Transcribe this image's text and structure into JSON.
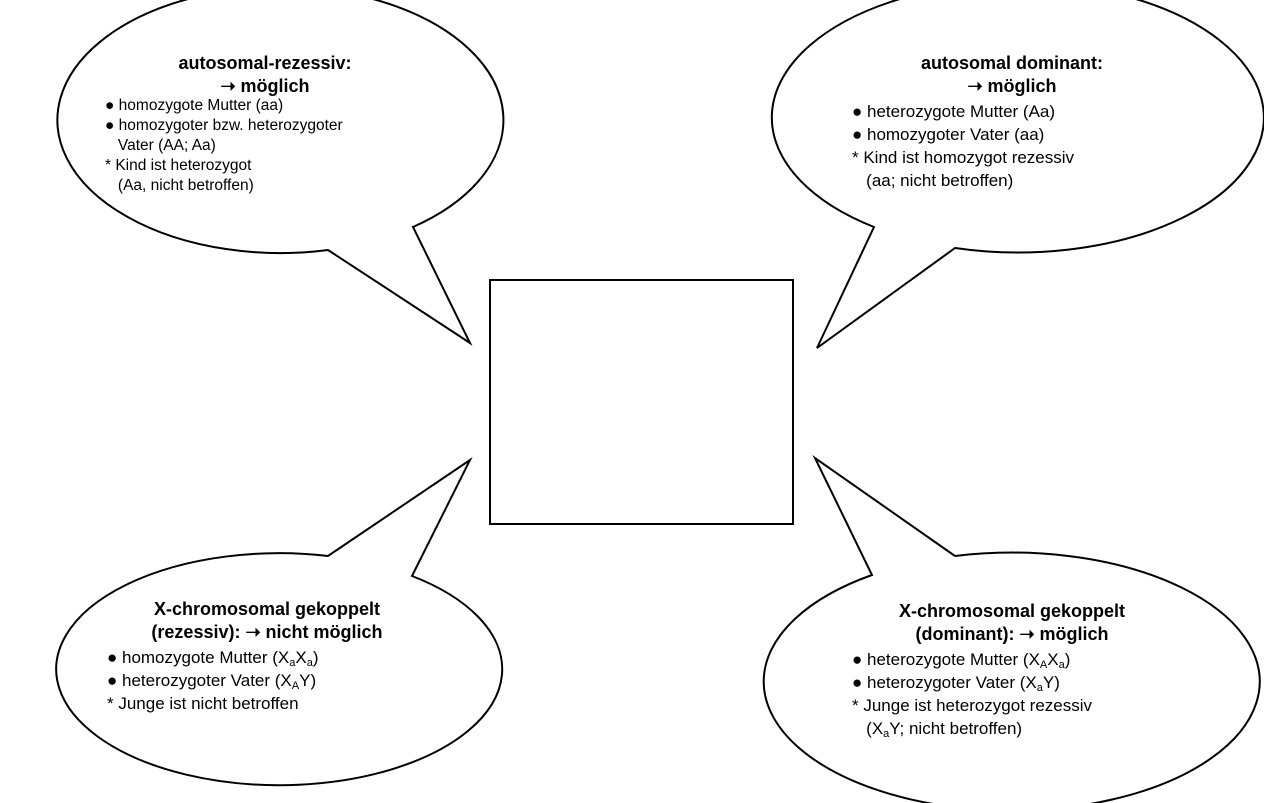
{
  "bubbles": {
    "top_left": {
      "title_1": "autosomal-rezessiv:",
      "title_2": "➝ möglich",
      "lines": [
        "● homozygote Mutter (aa)",
        "● homozygoter bzw. heterozygoter",
        "   Vater (AA; Aa)",
        "* Kind ist heterozygot",
        "   (Aa, nicht betroffen)"
      ]
    },
    "top_right": {
      "title_1": "autosomal dominant:",
      "title_2": "➝ möglich",
      "lines": [
        "● heterozygote Mutter (Aa)",
        "● homozygoter Vater (aa)",
        "* Kind ist homozygot rezessiv",
        "   (aa; nicht betroffen)"
      ]
    },
    "bottom_left": {
      "title_1": "X-chromosomal gekoppelt",
      "title_2": "(rezessiv): ➝ nicht möglich",
      "line_1_prefix": "● homozygote Mutter (X",
      "line_1_sub1": "a",
      "line_1_mid": "X",
      "line_1_sub2": "a",
      "line_1_suffix": ")",
      "line_2_prefix": "● heterozygoter Vater (X",
      "line_2_sub": "A",
      "line_2_suffix": "Y)",
      "line_3": "* Junge ist nicht betroffen"
    },
    "bottom_right": {
      "title_1": "X-chromosomal gekoppelt",
      "title_2": "(dominant): ➝ möglich",
      "line_1_prefix": "● heterozygote Mutter (X",
      "line_1_sub1": "A",
      "line_1_mid": "X",
      "line_1_sub2": "a",
      "line_1_suffix": ")",
      "line_2_prefix": "● heterozygoter Vater (X",
      "line_2_sub": "a",
      "line_2_suffix": "Y)",
      "line_3": "* Junge ist heterozygot rezessiv",
      "line_4_prefix": "   (X",
      "line_4_sub": "a",
      "line_4_suffix": "Y; nicht betroffen)"
    }
  },
  "colors": {
    "stroke": "#000000",
    "fill": "#ffffff"
  }
}
